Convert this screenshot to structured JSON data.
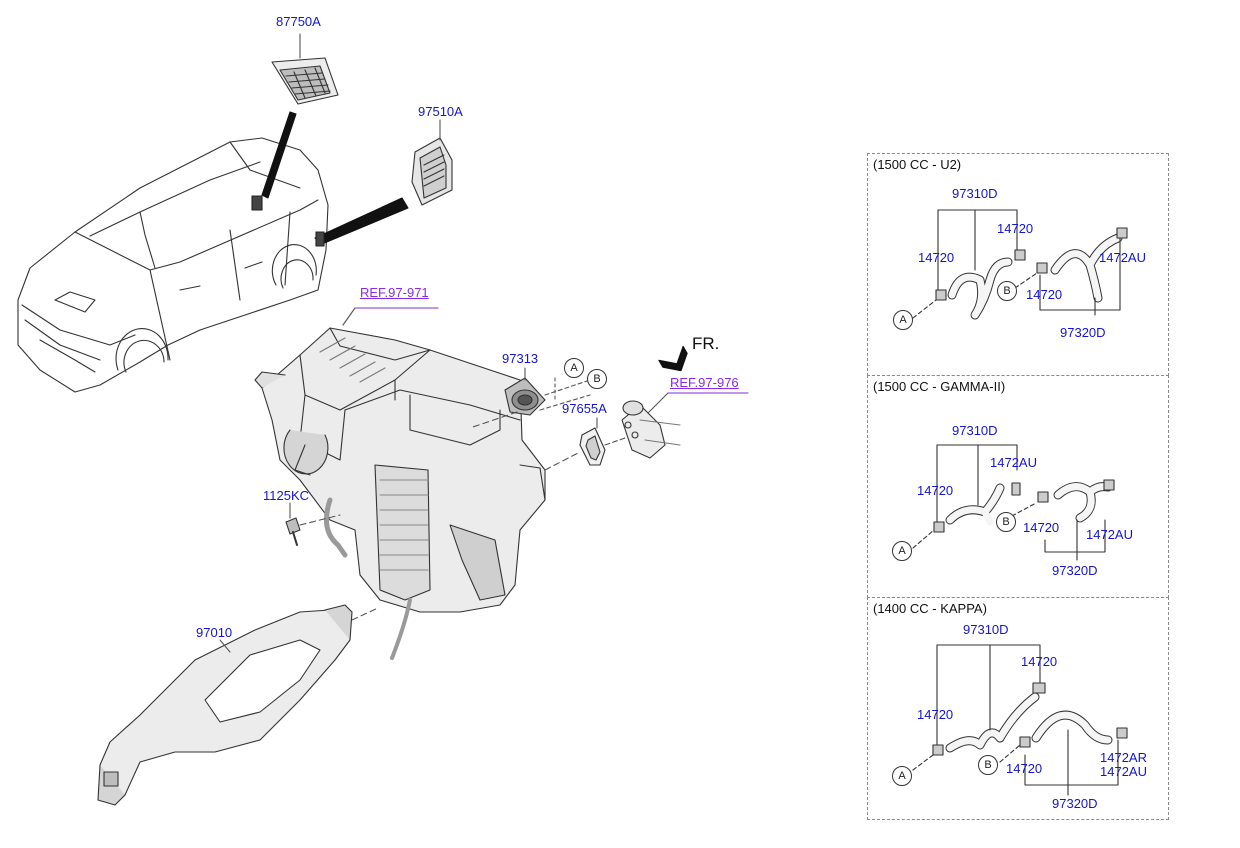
{
  "labels": {
    "p87750A": "87750A",
    "p97510A": "97510A",
    "ref_971": "REF.97-971",
    "p97313": "97313",
    "p97655A": "97655A",
    "ref_976": "REF.97-976",
    "fr": "FR.",
    "p1125KC": "1125KC",
    "p97010": "97010",
    "tag_a": "A",
    "tag_b": "B"
  },
  "panels": [
    {
      "title": "(1500 CC - U2)",
      "hose_top": "97310D",
      "clamp_left": "14720",
      "clamp_top": "14720",
      "clamp_b": "14720",
      "clamp_right": "1472AU",
      "hose_bottom": "97320D",
      "tag_a": "A",
      "tag_b": "B"
    },
    {
      "title": "(1500 CC - GAMMA-II)",
      "hose_top": "97310D",
      "clamp_top": "1472AU",
      "clamp_left": "14720",
      "clamp_b": "14720",
      "clamp_right": "1472AU",
      "hose_bottom": "97320D",
      "tag_a": "A",
      "tag_b": "B"
    },
    {
      "title": "(1400 CC - KAPPA)",
      "hose_top": "97310D",
      "clamp_top": "14720",
      "clamp_left": "14720",
      "clamp_b": "14720",
      "clamp_right_1": "1472AR",
      "clamp_right_2": "1472AU",
      "hose_bottom": "97320D",
      "tag_a": "A",
      "tag_b": "B"
    }
  ]
}
